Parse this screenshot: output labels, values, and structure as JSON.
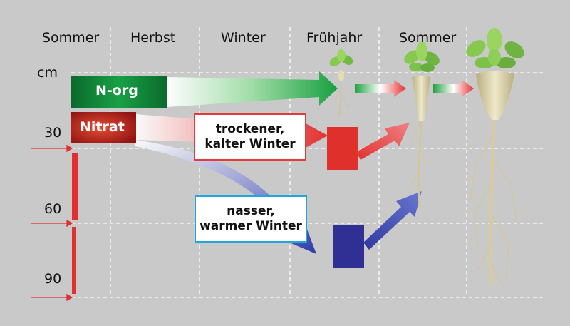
{
  "seasons": [
    "Sommer",
    "Herbst",
    "Winter",
    "Frühjahr",
    "Sommer"
  ],
  "depth": {
    "unit": "cm",
    "marks": [
      "30",
      "60",
      "90"
    ]
  },
  "pools": {
    "organic": "N-org",
    "nitrate": "Nitrat"
  },
  "scenarios": {
    "dry_cold": {
      "line1": "trockener,",
      "line2": "kalter Winter"
    },
    "wet_warm": {
      "line1": "nasser,",
      "line2": "warmer Winter"
    }
  },
  "colors": {
    "background": "#c9c9c9",
    "grid": "#ffffff",
    "organic": "#0c7a35",
    "nitrate": "#c5201c",
    "nitrate_leached": "#33339a",
    "dry_cold_border": "#e23b3b",
    "wet_warm_border": "#1fa8d8",
    "beet": "#d9cfa6",
    "leaf": "#7cc24a"
  }
}
